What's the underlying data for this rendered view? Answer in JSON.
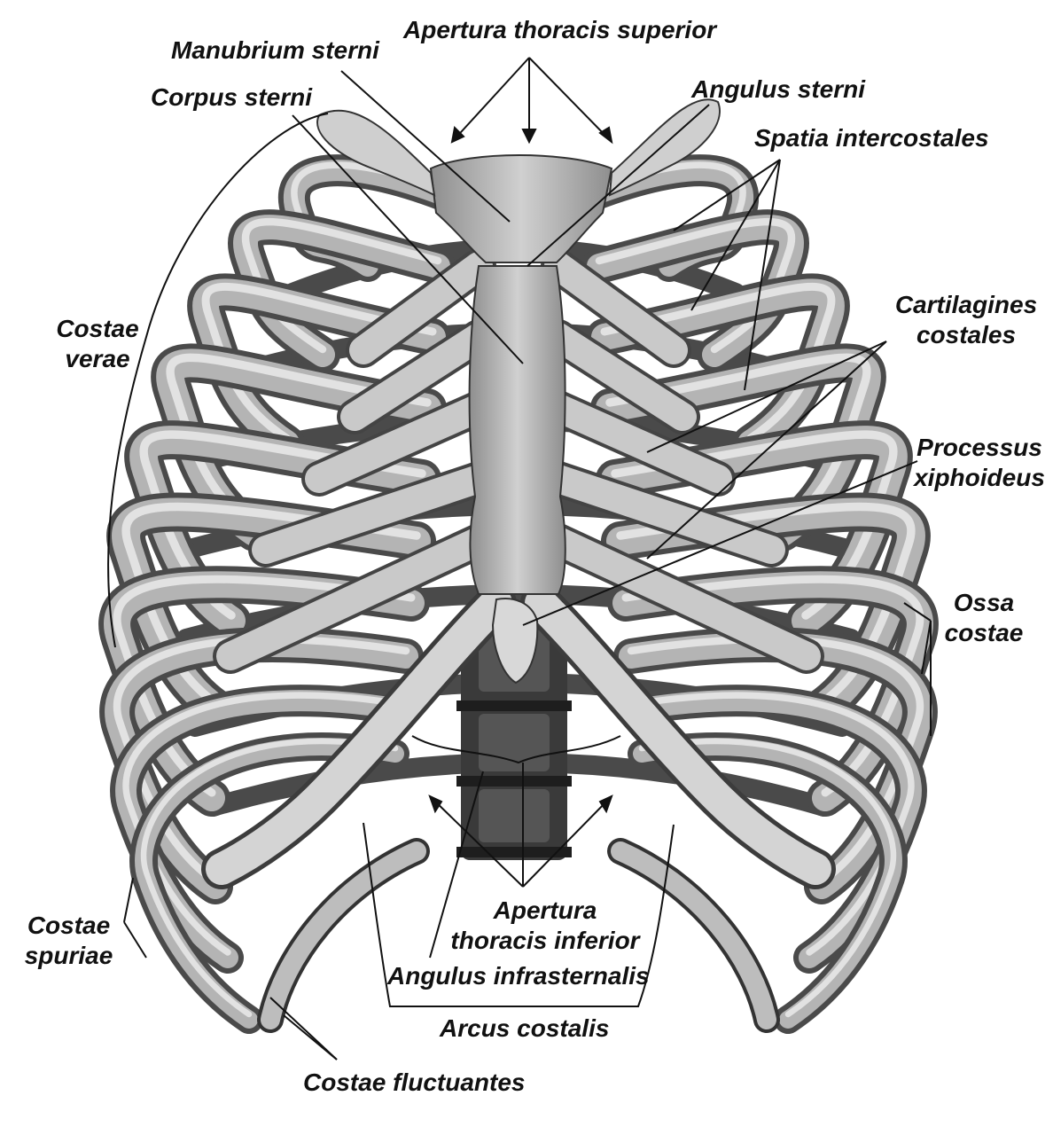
{
  "labels": {
    "apertura_superior": "Apertura thoracis superior",
    "manubrium": "Manubrium sterni",
    "corpus": "Corpus sterni",
    "angulus_sterni": "Angulus sterni",
    "spatia": "Spatia intercostales",
    "costae_verae_1": "Costae",
    "costae_verae_2": "verae",
    "cartilagines_1": "Cartilagines",
    "cartilagines_2": "costales",
    "processus_1": "Processus",
    "processus_2": "xiphoideus",
    "ossa_1": "Ossa",
    "ossa_2": "costae",
    "spuriae_1": "Costae",
    "spuriae_2": "spuriae",
    "apertura_inferior_1": "Apertura",
    "apertura_inferior_2": "thoracis inferior",
    "angulus_infrasternalis": "Angulus infrasternalis",
    "arcus": "Arcus costalis",
    "fluctuantes": "Costae fluctuantes"
  },
  "colors": {
    "bone": "#b9b9b9",
    "bone_light": "#dcdcdc",
    "bone_dark": "#4a4a4a",
    "shadow": "#2a2a2a",
    "vertebra": "#3a3a3a",
    "line": "#111111"
  }
}
